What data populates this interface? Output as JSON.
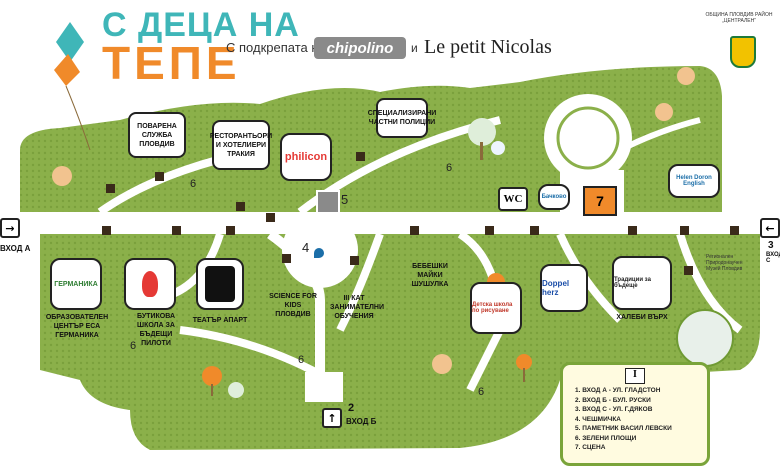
{
  "header": {
    "title_line1": "С ДЕЦА НА",
    "title_line2": "ТЕПЕ",
    "support_text": "С подкрепата на",
    "sponsor1": "chipolino",
    "and_word": "и",
    "sponsor2": "Le petit Nicolas",
    "municipality": "ОБЩИНА ПЛОВДИВ РАЙОН „ЦЕНТРАЛЕН“"
  },
  "labels": {
    "guide_service": "ПОВАРЕНА СЛУЖБА ПЛОВДИВ",
    "restaurants": "РЕСТОРАНТЬОРИ И ХОТЕЛИЕРИ ТРАКИЯ",
    "private_police": "СПЕЦИАЛИЗИРАНИ ЧАСТНИ ПОЛИЦИИ",
    "science": "SCIENCE FOR KIDS ПЛОВДИВ",
    "third_floor": "III КАТ ЗАНИМАТЕЛНИ ОБУЧЕНИЯ",
    "baby_shirts": "БЕБЕШКИ МАЙКИ ШУШУЛКА",
    "education_center": "ОБРАЗОВАТЕЛЕН ЦЕНТЪР ЕСА ГЕРМАНИКА",
    "boutique_school": "БУТИКОВА ШКОЛА ЗА БЪДЕЩИ ПИЛОТИ",
    "theater": "ТЕАТЪР АПАРТ",
    "traditions": "ХАЛЕБИ ВЪРХ"
  },
  "logos": {
    "philicon": "philicon",
    "germanica": "ГЕРМАНИКА",
    "bachkovo": "Бачково",
    "doppel": "Doppel herz",
    "helen": "Helen Doron English",
    "traditions": "Традиции за бъдеще",
    "museum": "Регионален Природонаучен Музей Пловдив",
    "drawing_school": "Детска школа по рисуване"
  },
  "markers": {
    "wc": "WC",
    "zone7": "7",
    "zone5": "5",
    "zone4": "4",
    "zone6a": "6",
    "zone6b": "6",
    "zone6c": "6",
    "zone6d": "6",
    "zone6e": "6"
  },
  "entrances": {
    "a_label": "ВХОД А",
    "b_label": "ВХОД Б",
    "b_num": "2",
    "c_num": "3",
    "c_label": "ВХОД С"
  },
  "legend": {
    "heading": "I",
    "items": [
      "1. ВХОД А - УЛ. ГЛАДСТОН",
      "2. ВХОД Б - БУЛ. РУСКИ",
      "3. ВХОД С - УЛ. Г.ДЯКОВ",
      "4. ЧЕШМИЧКА",
      "5. ПАМЕТНИК ВАСИЛ ЛЕВСКИ",
      "6. ЗЕЛЕНИ ПЛОЩИ",
      "7. СЦЕНА"
    ]
  },
  "colors": {
    "grass": "#8bb04a",
    "grass_dark": "#6f9a33",
    "path": "#ffffff",
    "accent_orange": "#f08a2a",
    "accent_teal": "#3fb6b8"
  }
}
